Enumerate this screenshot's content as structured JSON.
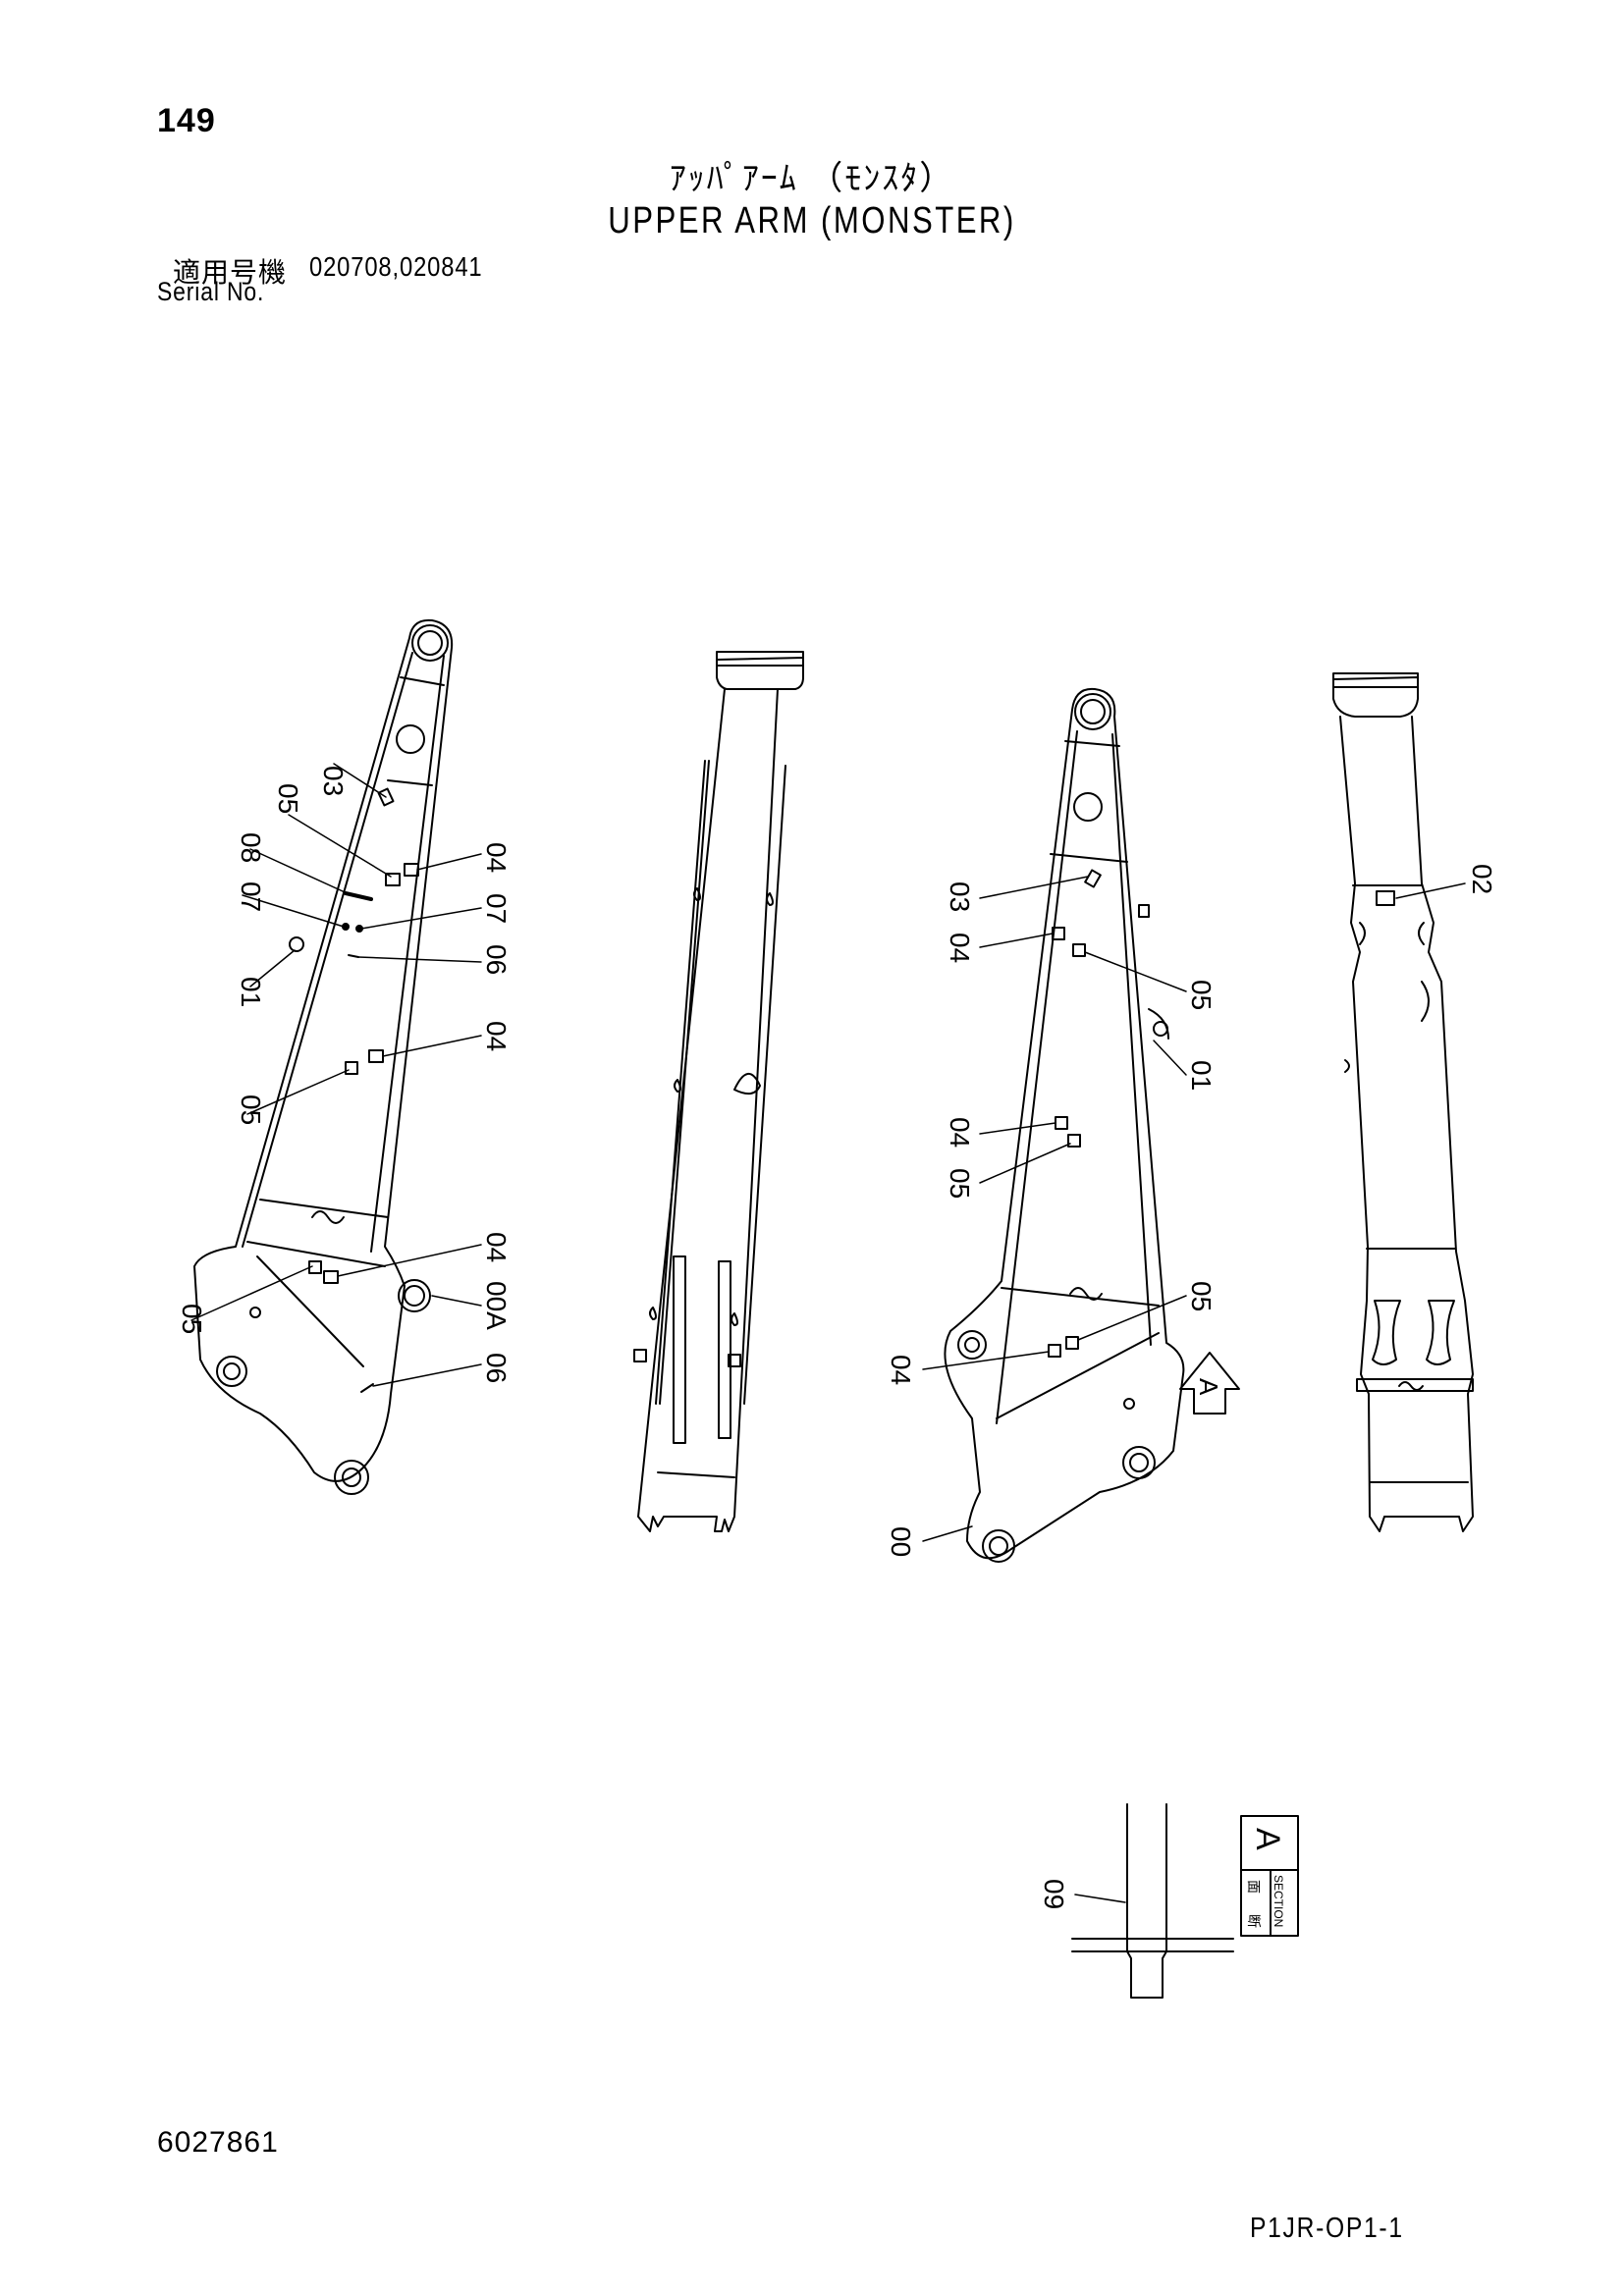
{
  "header": {
    "page_number": "149",
    "title_jp": "ｱｯﾊﾟｱｰﾑ （ﾓﾝｽﾀ）",
    "title_en": "UPPER ARM (MONSTER)",
    "serial_label_jp": "適用号機",
    "serial_values": "020708,020841",
    "serial_label_en": "Serial No."
  },
  "footer": {
    "drawing_code": "6027861",
    "page_code": "P1JR-OP1-1"
  },
  "callouts": {
    "left_view": [
      "03",
      "05",
      "08",
      "07",
      "01",
      "05",
      "05",
      "04",
      "07",
      "06",
      "04",
      "04",
      "00A",
      "06"
    ],
    "right_view": [
      "03",
      "04",
      "05",
      "01",
      "04",
      "05",
      "05",
      "04",
      "00"
    ],
    "back_view": [
      "02"
    ],
    "section_view": [
      "09"
    ]
  },
  "view_marker": "A",
  "section_box": {
    "letter": "A",
    "jp_char_1": "断",
    "jp_char_2": "面",
    "en_label": "SECTION"
  },
  "colors": {
    "ink": "#000000",
    "paper": "#ffffff"
  }
}
